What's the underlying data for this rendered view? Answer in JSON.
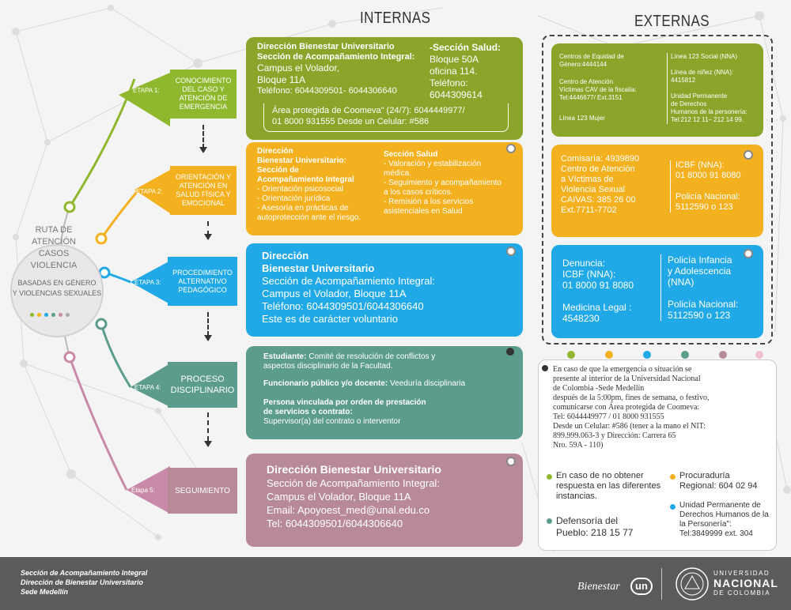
{
  "headers": {
    "internas": "INTERNAS",
    "externas": "EXTERNAS"
  },
  "ruta": {
    "line1": "RUTA DE ATENCIÓN",
    "line2": "CASOS VIOLENCIA",
    "circle1": "BASADAS EN GÉNERO",
    "circle2": "Y VIOLENCIAS SEXUALES"
  },
  "stages": [
    {
      "etapa": "ETAPA 1:",
      "label": "CONOCIMIENTO DEL CASO Y ATENCIÓN DE EMERGENCIA"
    },
    {
      "etapa": "ETAPA 2:",
      "label": "ORIENTACIÓN Y ATENCIÓN EN SALUD FÍSICA Y EMOCIONAL"
    },
    {
      "etapa": "ETAPA 3:",
      "label": "PROCEDIMIENTO ALTERNATIVO PEDAGÓGICO"
    },
    {
      "etapa": "ETAPA 4:",
      "label": "PROCESO DISCIPLINARIO"
    },
    {
      "etapa": "Etapa 5:",
      "label": "SEGUIMIENTO"
    }
  ],
  "internas": {
    "s1": {
      "l1": "Dirección Bienestar Universitario",
      "l2": "Sección de Acompañamiento Integral:",
      "l3": "Campus el Volador,",
      "l4": "Bloque 11A",
      "l5": "Teléfono: 6044309501- 6044306640",
      "r1": "-Sección Salud:",
      "r2": "Bloque 50A",
      "r3": "oficina 114.",
      "r4": "Teléfono:",
      "r5": "6044309614",
      "b1": "Área protegida de Coomeva\" (24/7): 6044449977/",
      "b2": "01 8000 931555 Desde un Celular: #586"
    },
    "s2": {
      "l1": "Dirección",
      "l2": "Bienestar Universitario:",
      "l3": "Sección de",
      "l4": "Acompañamiento Integral",
      "l5": "- Orientación psicosocial",
      "l6": "- Orientación jurídica",
      "l7": "- Asesoría en prácticas de",
      "l8": "autoprotección ante el riesgo.",
      "r1": "Sección Salud",
      "r2": "- Valoración y estabilización",
      "r3": "médica.",
      "r4": "- Seguimiento y acompañamiento",
      "r5": "a los casos críticos.",
      "r6": "- Remisión a los servicios",
      "r7": "asistenciales en Salud"
    },
    "s3": {
      "l1": "Dirección",
      "l2": "Bienestar Universitario",
      "l3": "Sección de Acompañamiento Integral:",
      "l4": "Campus el Volador, Bloque 11A",
      "l5": "Teléfono: 6044309501/6044306640",
      "l6": "Este es de carácter voluntario"
    },
    "s4": {
      "a1": "Estudiante:",
      "a2": " Comité de resolución de conflictos y",
      "a3": "aspectos disciplinario de la Facultad.",
      "b1": "Funcionario público y/o docente:",
      "b2": " Veeduría disciplinaria",
      "c1": "Persona vinculada por orden de prestación",
      "c2": "de servicios o contrato:",
      "c3": "Supervisor(a) del contrato o interventor"
    },
    "s5": {
      "l1": "Dirección Bienestar Universitario",
      "l2": "Sección de Acompañamiento Integral:",
      "l3": "Campus el Volador, Bloque 11A",
      "l4": "Email: Apoyoest_med@unal.edu.co",
      "l5": "Tel: 6044309501/6044306640"
    }
  },
  "externas": {
    "e1": {
      "l1": "Centros de Equidad de",
      "l2": "Género:4444144",
      "l3": "Centro de Atención",
      "l4": "Víctimas CAV de la fiscalía:",
      "l5": "Tel:4446677/ Ext.3151",
      "l6": "Línea 123 Mujer",
      "r1": "Línea 123 Social (NNA)",
      "r2": "Línea de niñez (NNA):",
      "r3": "4415812",
      "r4": "Unidad Permanente",
      "r5": "de Derechos",
      "r6": "Humanos de la personería:",
      "r7": "Tel:212 12 11– 212 14 99."
    },
    "e2": {
      "l1": "Comisaría: 4939890",
      "l2": "Centro de Atención",
      "l3": "a Víctimas de",
      "l4": "Violencia Sexual",
      "l5": "CAIVAS: 385 26 00",
      "l6": "Ext.7711-7702",
      "r1": "ICBF (NNA):",
      "r2": "01 8000 91 8080",
      "r3": "Policía Nacional:",
      "r4": "5112590 o 123"
    },
    "e3": {
      "l1": "Denuncia:",
      "l2": "ICBF (NNA):",
      "l3": "01 8000 91 8080",
      "l4": "Medicina Legal :",
      "l5": "4548230",
      "r1": "Policía Infancia",
      "r2": "y Adolescencia",
      "r3": "(NNA)",
      "r4": "Policía Nacional:",
      "r5": "5112590 o 123"
    }
  },
  "note": {
    "p1": "En caso de que la emergencia o situación se",
    "p2": "presente al interior de la Universidad Nacional",
    "p3": "de Colombia -Sede Medellín",
    "p4": "después de la 5:00pm, fines de semana, o festivo,",
    "p5": "comunicarse con Área protegida de Coomeva:",
    "p6": "Tel: 6044449977 / 01 8000 931555",
    "p7": "Desde un Celular: #586 (tener a la mano el NIT:",
    "p8": "899.999.063-3 y Dirección: Carrera 65",
    "p9": "Nro. 59A - 110)",
    "q1": "En caso de no obtener",
    "q2": "respuesta en las diferentes",
    "q3": "instancias.",
    "q4": "Procuraduría",
    "q5": "Regional: 604 02 94",
    "q6": "Defensoría del",
    "q7": "Pueblo: 218 15 77",
    "q8": "Unidad Permanente de",
    "q9": "Derechos Humanos de la",
    "q10": "la Personería\":",
    "q11": "Tel:3849999 ext. 304"
  },
  "footer": {
    "f1": "Sección de Acompañamiento Integral",
    "f2": "Dirección de Bienestar Universitario",
    "f3": "Sede Medellín",
    "bienestar": "Bienestar",
    "un": "un",
    "uni1": "UNIVERSIDAD",
    "uni2": "NACIONAL",
    "uni3": "DE COLOMBIA"
  },
  "colors": {
    "green": "#8aa52a",
    "orange": "#f4b11f",
    "blue": "#20a9e6",
    "teal": "#5c9c8c",
    "mauve": "#b88a98",
    "footer": "#5b5b5b"
  }
}
